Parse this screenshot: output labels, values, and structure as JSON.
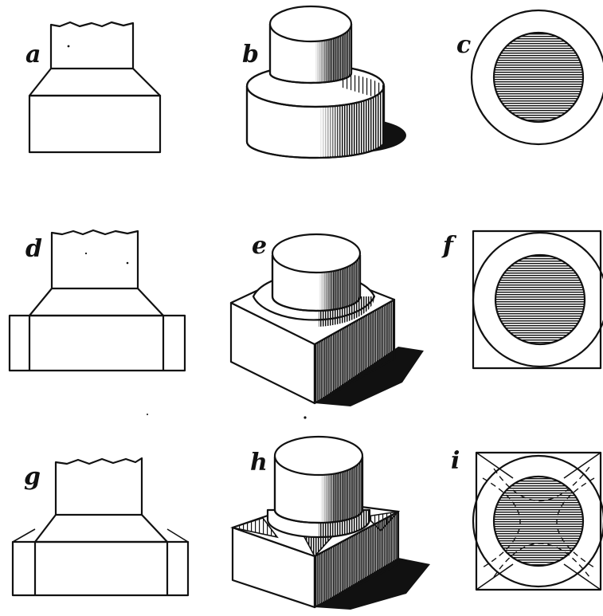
{
  "figures": [
    {
      "id": "a",
      "label": "a",
      "view": "elevation",
      "base": "square"
    },
    {
      "id": "b",
      "label": "b",
      "view": "perspective",
      "base": "round"
    },
    {
      "id": "c",
      "label": "c",
      "view": "plan",
      "base": "round"
    },
    {
      "id": "d",
      "label": "d",
      "view": "elevation",
      "base": "square"
    },
    {
      "id": "e",
      "label": "e",
      "view": "perspective",
      "base": "square"
    },
    {
      "id": "f",
      "label": "f",
      "view": "plan",
      "base": "square"
    },
    {
      "id": "g",
      "label": "g",
      "view": "elevation",
      "base": "square-chamfered"
    },
    {
      "id": "h",
      "label": "h",
      "view": "perspective",
      "base": "square-chamfered"
    },
    {
      "id": "i",
      "label": "i",
      "view": "plan",
      "base": "square-chamfered"
    }
  ],
  "colors": {
    "ink": "#111111",
    "paper": "#ffffff"
  }
}
